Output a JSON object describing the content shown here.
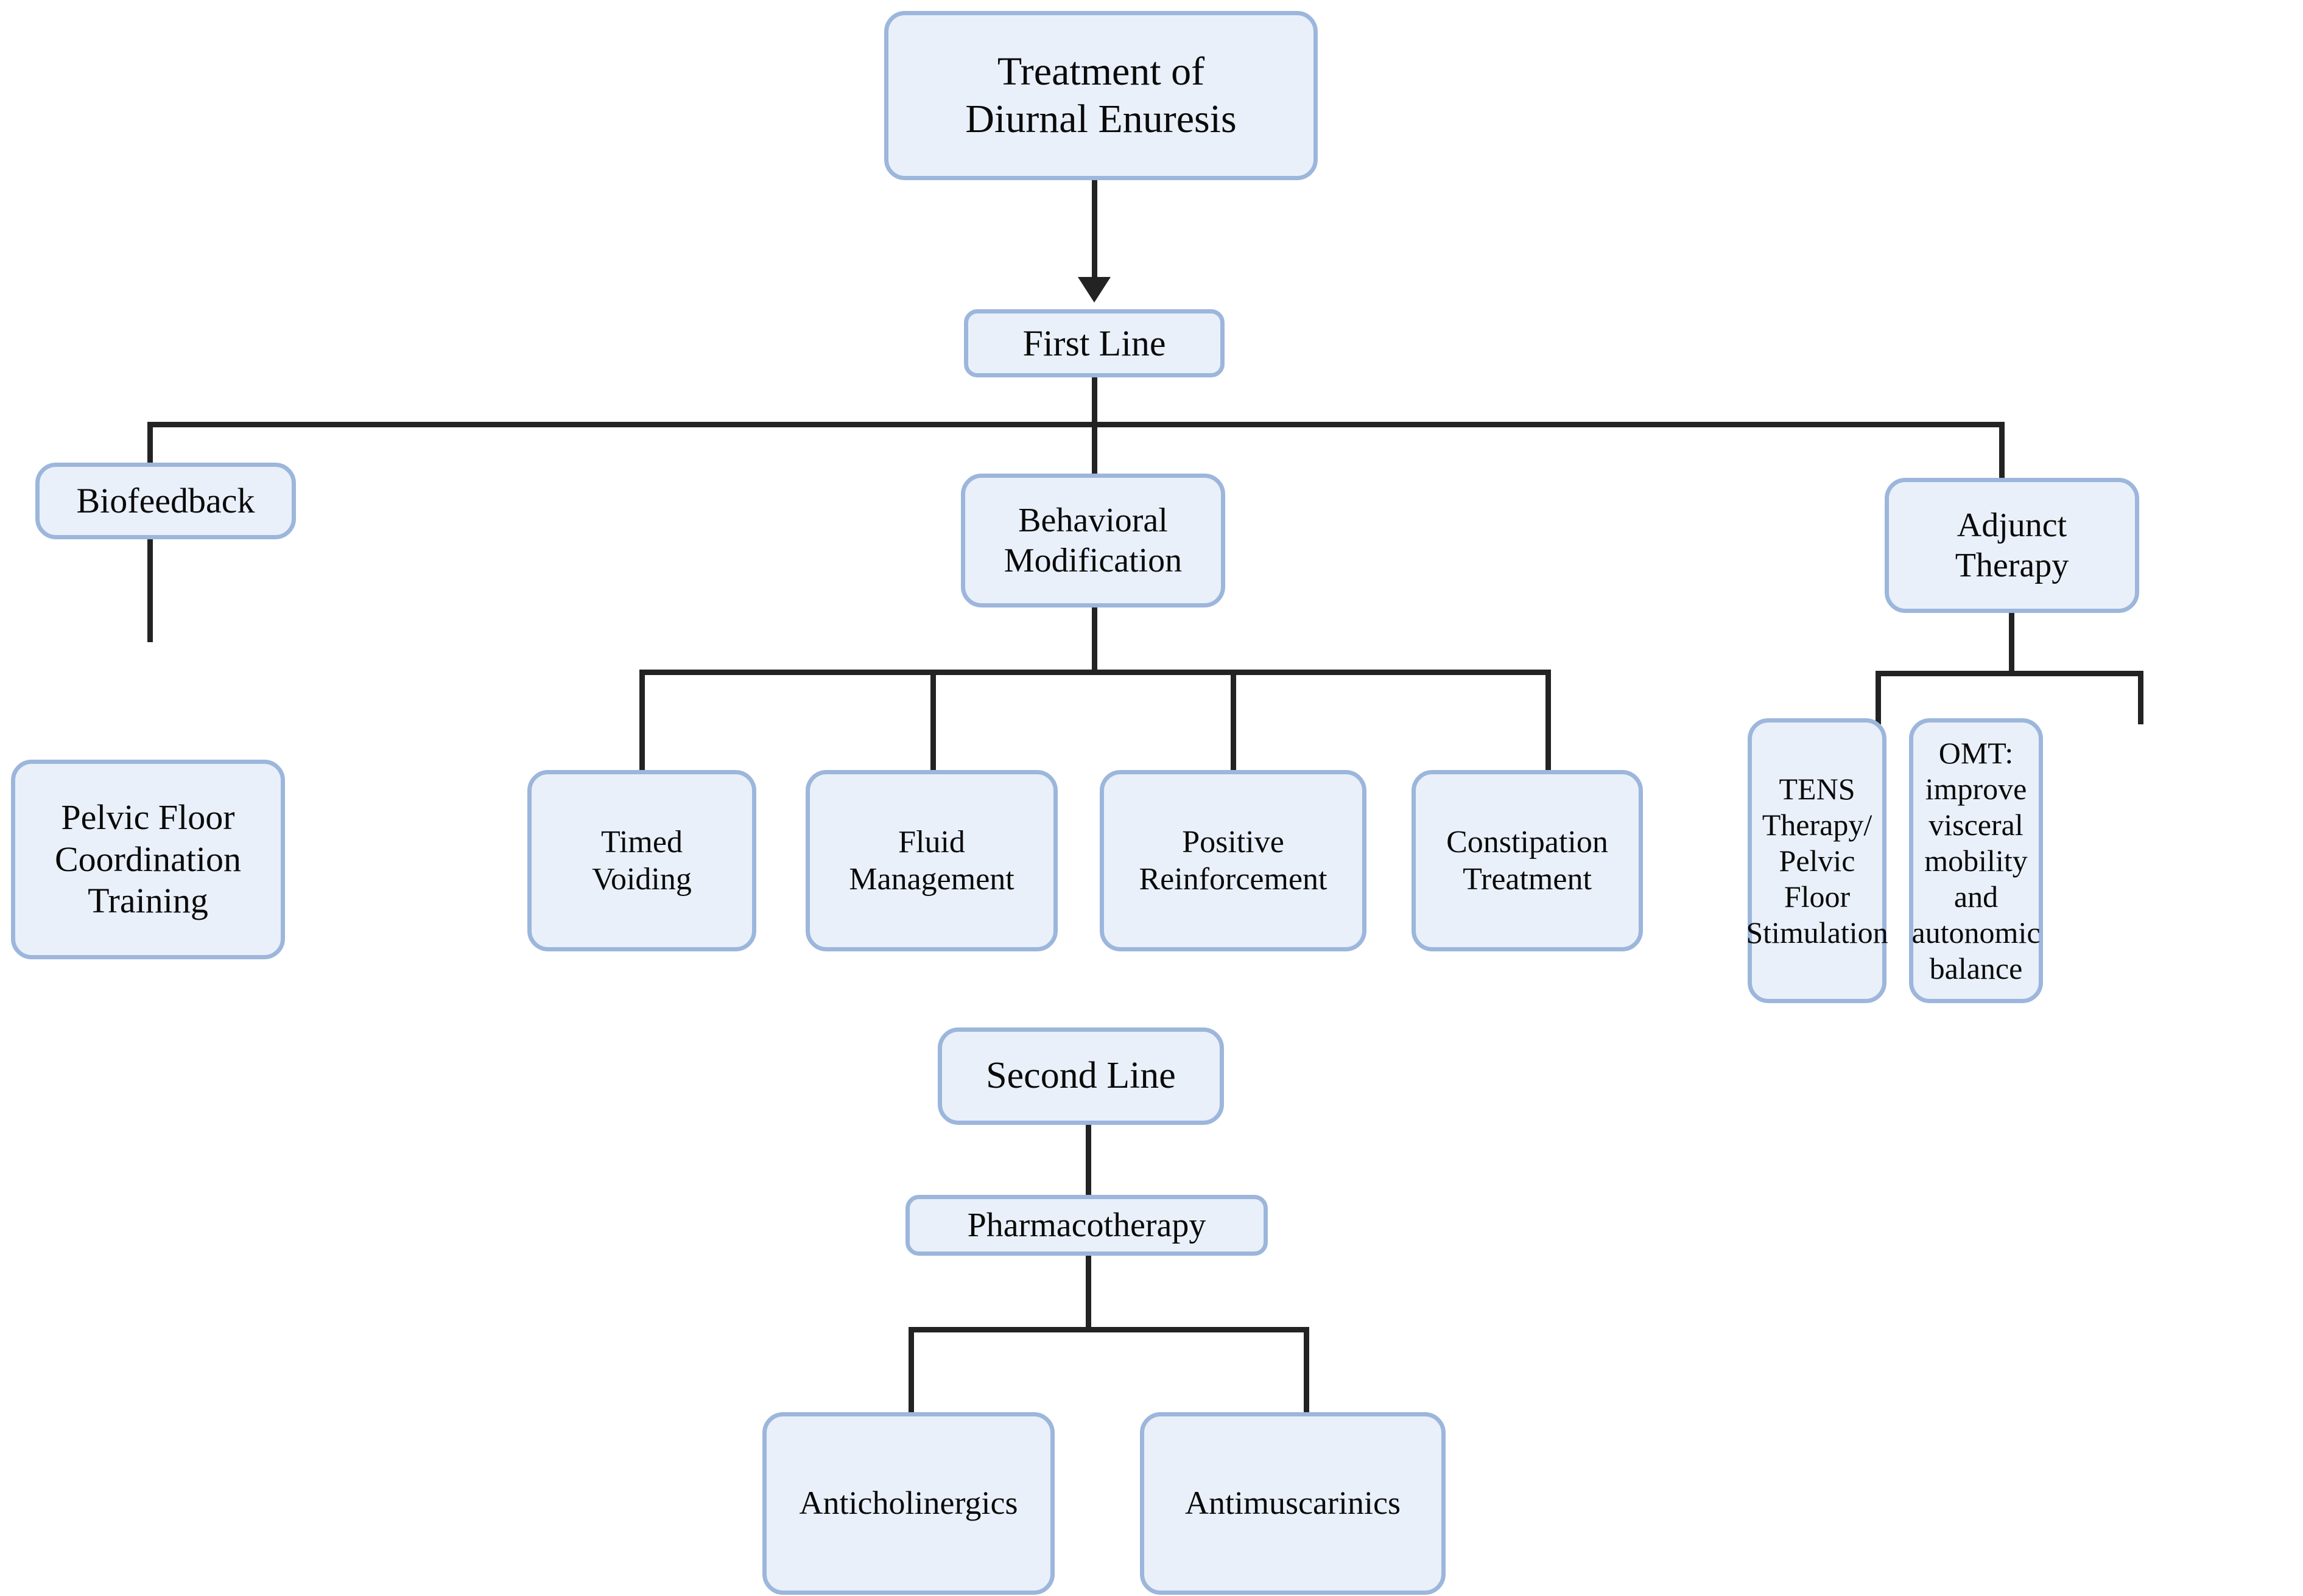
{
  "diagram": {
    "title": "Treatment of Diurnal Enuresis",
    "type": "flowchart",
    "accent_border_color": "#9cb6dc",
    "node_fill_color": "#e9f0f9",
    "edge_color": "#232323",
    "background_color": "#ffffff"
  },
  "nodes": {
    "root": {
      "label": "Treatment of\nDiurnal Enuresis"
    },
    "first_line": {
      "label": "First Line"
    },
    "biofeedback": {
      "label": "Biofeedback"
    },
    "pelvic_floor_training": {
      "label": "Pelvic Floor\nCoordination\nTraining"
    },
    "behavioral_modification": {
      "label": "Behavioral\nModification"
    },
    "timed_voiding": {
      "label": "Timed\nVoiding"
    },
    "fluid_management": {
      "label": "Fluid\nManagement"
    },
    "positive_reinforcement": {
      "label": "Positive\nReinforcement"
    },
    "constipation_treatment": {
      "label": "Constipation\nTreatment"
    },
    "adjunct_therapy": {
      "label": "Adjunct\nTherapy"
    },
    "tens_therapy": {
      "label": "TENS\nTherapy/\nPelvic Floor\nStimulation"
    },
    "omt": {
      "label": "OMT:\nimprove\nvisceral\nmobility and\nautonomic\nbalance"
    },
    "second_line": {
      "label": "Second Line"
    },
    "pharmacotherapy": {
      "label": "Pharmacotherapy"
    },
    "anticholinergics": {
      "label": "Anticholinergics"
    },
    "antimuscarinics": {
      "label": "Antimuscarinics"
    }
  },
  "edges": [
    {
      "from": "root",
      "to": "first_line",
      "arrow": true
    },
    {
      "from": "first_line",
      "to": "biofeedback",
      "arrow": false
    },
    {
      "from": "first_line",
      "to": "behavioral_modification",
      "arrow": false
    },
    {
      "from": "first_line",
      "to": "adjunct_therapy",
      "arrow": false
    },
    {
      "from": "biofeedback",
      "to": "pelvic_floor_training",
      "arrow": false
    },
    {
      "from": "behavioral_modification",
      "to": "timed_voiding",
      "arrow": false
    },
    {
      "from": "behavioral_modification",
      "to": "fluid_management",
      "arrow": false
    },
    {
      "from": "behavioral_modification",
      "to": "positive_reinforcement",
      "arrow": false
    },
    {
      "from": "behavioral_modification",
      "to": "constipation_treatment",
      "arrow": false
    },
    {
      "from": "adjunct_therapy",
      "to": "tens_therapy",
      "arrow": false
    },
    {
      "from": "adjunct_therapy",
      "to": "omt",
      "arrow": false
    },
    {
      "from": "second_line",
      "to": "pharmacotherapy",
      "arrow": false
    },
    {
      "from": "pharmacotherapy",
      "to": "anticholinergics",
      "arrow": false
    },
    {
      "from": "pharmacotherapy",
      "to": "antimuscarinics",
      "arrow": false
    }
  ]
}
